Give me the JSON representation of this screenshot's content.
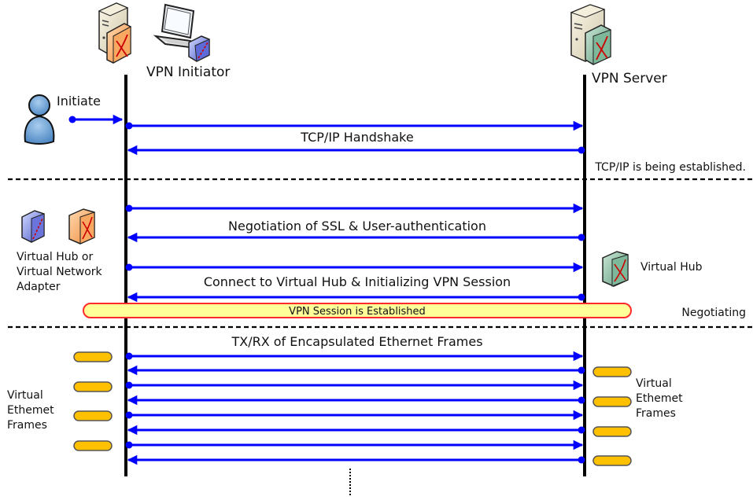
{
  "participants": {
    "initiator": {
      "label": "VPN Initiator"
    },
    "server": {
      "label": "VPN Server"
    }
  },
  "user": {
    "label": "Initiate"
  },
  "phases": {
    "handshake": {
      "message": "TCP/IP Handshake",
      "status": "TCP/IP is being established."
    },
    "negotiation": {
      "message_ssl": "Negotiation of SSL & User-authentication",
      "message_connect": "Connect to Virtual Hub & Initializing VPN Session",
      "status": "Negotiating",
      "left_caption": [
        "Virtual Hub or",
        "Virtual Network",
        "Adapter"
      ],
      "right_caption": "Virtual Hub",
      "session_banner": "VPN Session is Established"
    },
    "transfer": {
      "message": "TX/RX of Encapsulated Ethernet Frames",
      "left_caption": [
        "Virtual",
        "Ethemet",
        "Frames"
      ],
      "right_caption": [
        "Virtual",
        "Ethemet",
        "Frames"
      ]
    }
  },
  "messages": [
    {
      "direction": "to-server",
      "phase": "handshake"
    },
    {
      "direction": "to-initiator",
      "phase": "handshake"
    },
    {
      "direction": "to-server",
      "phase": "negotiation"
    },
    {
      "direction": "to-initiator",
      "phase": "negotiation"
    },
    {
      "direction": "to-server",
      "phase": "negotiation"
    },
    {
      "direction": "to-initiator",
      "phase": "negotiation"
    },
    {
      "direction": "to-server",
      "phase": "transfer"
    },
    {
      "direction": "to-initiator",
      "phase": "transfer"
    },
    {
      "direction": "to-server",
      "phase": "transfer"
    },
    {
      "direction": "to-initiator",
      "phase": "transfer"
    },
    {
      "direction": "to-server",
      "phase": "transfer"
    },
    {
      "direction": "to-initiator",
      "phase": "transfer"
    },
    {
      "direction": "to-server",
      "phase": "transfer"
    },
    {
      "direction": "to-initiator",
      "phase": "transfer"
    }
  ],
  "colors": {
    "arrow": "#0000ff",
    "lifeline": "#000000",
    "banner_fill": "#ffff99",
    "banner_border": "#ff2a2a",
    "frame_fill": "#ffc000"
  }
}
